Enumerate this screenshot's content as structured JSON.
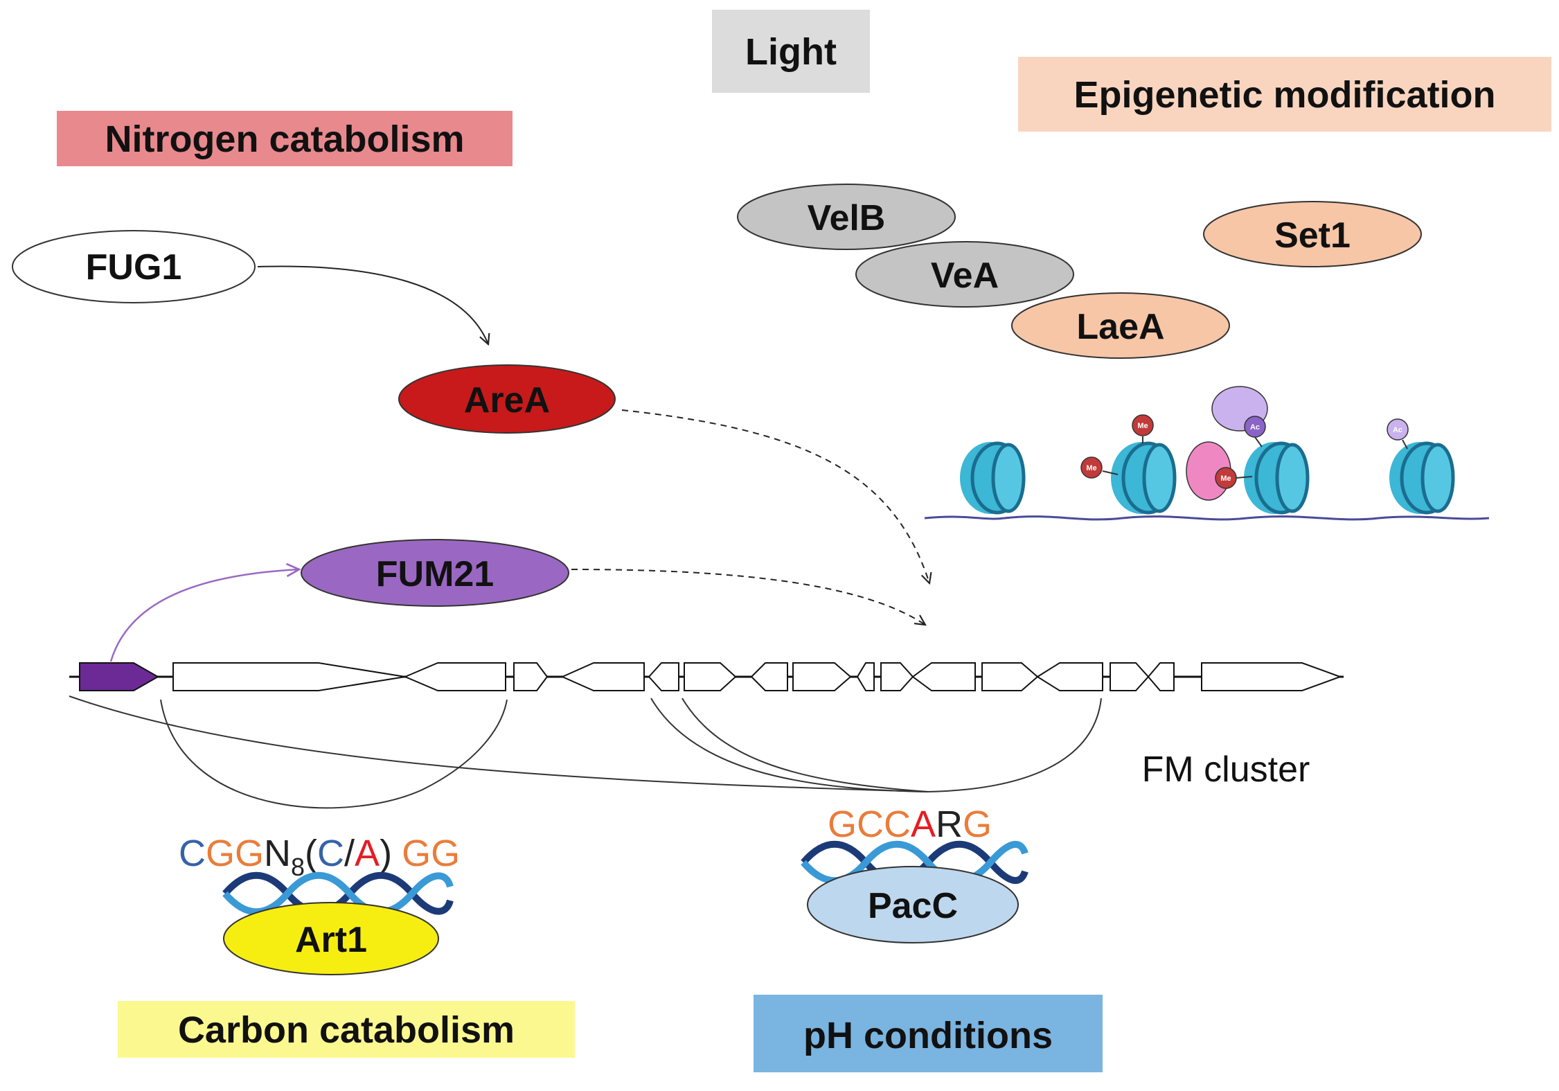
{
  "categories": {
    "light": "Light",
    "epigenetic": "Epigenetic modification",
    "nitrogen": "Nitrogen catabolism",
    "carbon": "Carbon catabolism",
    "ph": "pH conditions"
  },
  "proteins": {
    "fug1": "FUG1",
    "area": "AreA",
    "fum21": "FUM21",
    "velb": "VelB",
    "vea": "VeA",
    "laea": "LaeA",
    "set1": "Set1",
    "art1": "Art1",
    "pacc": "PacC"
  },
  "cluster_label": "FM cluster",
  "histone_marks": {
    "methyl": "Me",
    "acetyl": "Ac"
  },
  "motif_carbon": {
    "c": "C",
    "gg1": "GG",
    "n": "N",
    "sub": "8",
    "open": "(",
    "c2": "C",
    "slash": "/",
    "a": "A",
    "close": ")",
    "gg2": "GG"
  },
  "motif_ph": {
    "gcc": "GCC",
    "a": "A",
    "r": "R",
    "g": "G"
  },
  "colors": {
    "nitrogen_box": "#e8898e",
    "light_box": "#dcdcdc",
    "epigenetic_box": "#f9d5bf",
    "carbon_box": "#fbf890",
    "ph_box": "#7ab4e0",
    "area": "#c81a1a",
    "fum21": "#9a68c2",
    "velvet": "#c4c4c4",
    "laea": "#f6c6a7",
    "art1": "#f6ee10",
    "pacc": "#bdd7ee",
    "nucleosome": "#3cb7d6",
    "dna_dark": "#1d3a78",
    "dna_light": "#3a9ad6",
    "motif_blue": "#3562a8",
    "motif_orange": "#ea7c3a",
    "motif_red": "#e31e24",
    "promoter": "#6b2a96"
  }
}
